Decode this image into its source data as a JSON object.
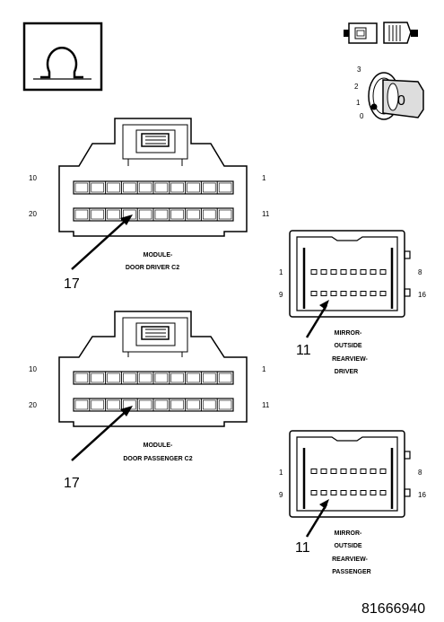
{
  "ohm_symbol": "Ω",
  "key_position_labels": [
    "3",
    "2",
    "1",
    "0"
  ],
  "key_cylinder_label": "0",
  "connectors": [
    {
      "id": "driver-c2",
      "title_line1": "MODULE-",
      "title_line2": "DOOR DRIVER C2",
      "pin_top_left": "10",
      "pin_top_right": "1",
      "pin_bottom_left": "20",
      "pin_bottom_right": "11",
      "callout": "17"
    },
    {
      "id": "passenger-c2",
      "title_line1": "MODULE-",
      "title_line2": "DOOR PASSENGER C2",
      "pin_top_left": "10",
      "pin_top_right": "1",
      "pin_bottom_left": "20",
      "pin_bottom_right": "11",
      "callout": "17"
    }
  ],
  "mirrors": [
    {
      "id": "mirror-driver",
      "pin_top_left": "1",
      "pin_top_right": "8",
      "pin_bottom_left": "9",
      "pin_bottom_right": "16",
      "callout": "11",
      "lines": [
        "MIRROR-",
        "OUTSIDE",
        "REARVIEW-",
        "DRIVER"
      ]
    },
    {
      "id": "mirror-passenger",
      "pin_top_left": "1",
      "pin_top_right": "8",
      "pin_bottom_left": "9",
      "pin_bottom_right": "16",
      "callout": "11",
      "lines": [
        "MIRROR-",
        "OUTSIDE",
        "REARVIEW-",
        "PASSENGER"
      ]
    }
  ],
  "figure_number": "81666940"
}
